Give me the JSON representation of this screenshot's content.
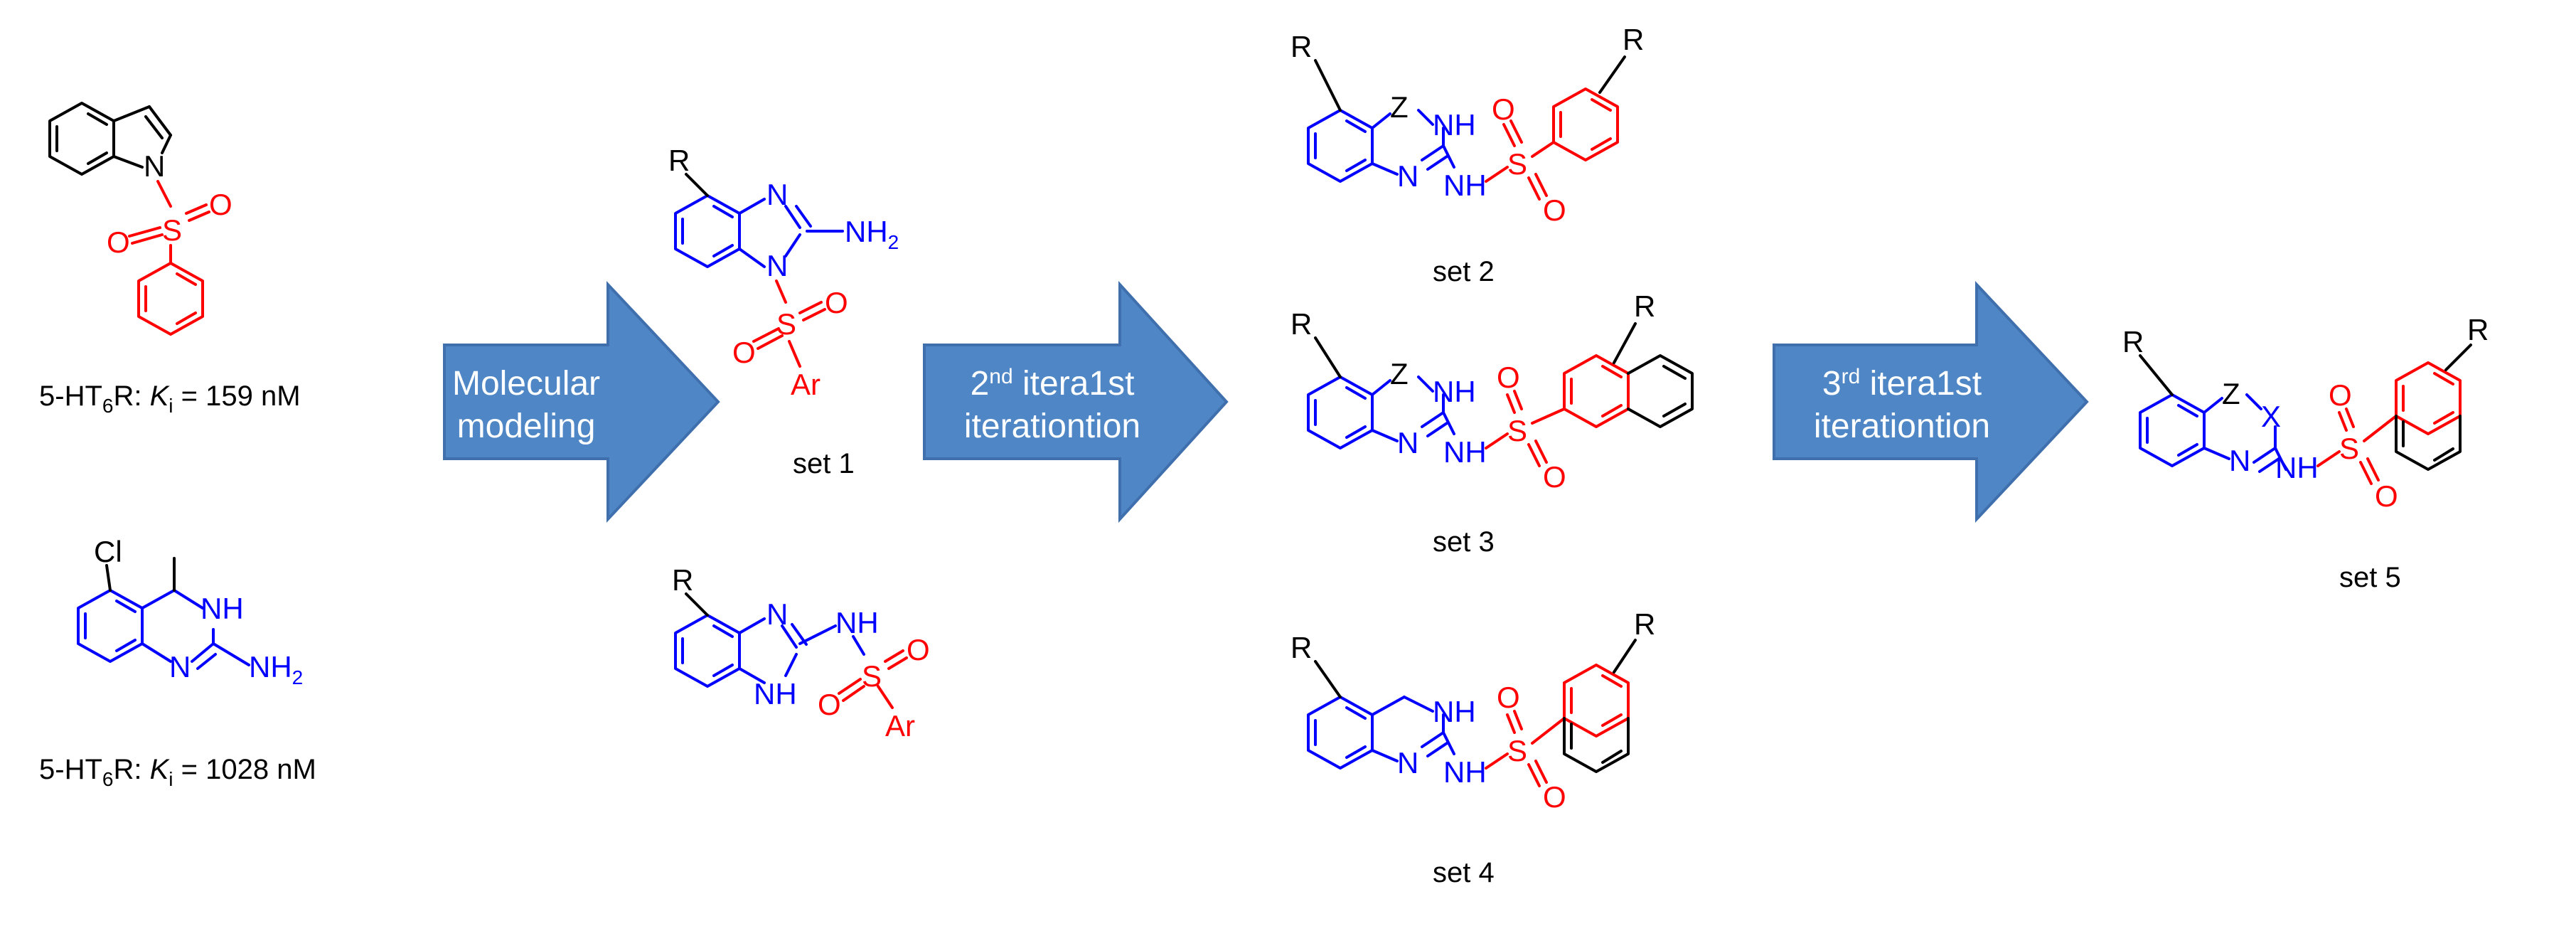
{
  "colors": {
    "scaffold": "#0000ff",
    "sulfonyl": "#ff0000",
    "arrow_fill": "#4f86c6",
    "arrow_edge": "#3f70ad",
    "text": "#000000"
  },
  "leads": {
    "indole": {
      "N": "N",
      "S": "S",
      "O1": "O",
      "O2": "O",
      "caption": {
        "prefix": "5-HT",
        "sub": "6",
        "mid": "R: ",
        "k": "K",
        "ksub": "i",
        "value": " = 159 nM"
      }
    },
    "quinazoline": {
      "Cl": "Cl",
      "NH": "NH",
      "N": "N",
      "NH2": "NH",
      "NH2_sub": "2",
      "caption": {
        "prefix": "5-HT",
        "sub": "6",
        "mid": "R: ",
        "k": "K",
        "ksub": "i",
        "value": " = 1028 nM"
      }
    }
  },
  "arrows": [
    {
      "line1": "Molecular",
      "line2": "modeling"
    },
    {
      "line1_base": "2",
      "line1_sup": "nd",
      "line1_rest": " itera1st",
      "line2": "iterationtion"
    },
    {
      "line1_base": "3",
      "line1_sup": "rd",
      "line1_rest": " itera1st",
      "line2": "iterationtion"
    }
  ],
  "sets": {
    "set1": {
      "label": "set 1",
      "top": {
        "R": "R",
        "N": "N",
        "N1": "N",
        "NH2": "NH",
        "NH2_sub": "2",
        "S": "S",
        "O1": "O",
        "O2": "O",
        "Ar": "Ar"
      },
      "bottom": {
        "R": "R",
        "N": "N",
        "NH": "NH",
        "NHs": "NH",
        "S": "S",
        "O1": "O",
        "O2": "O",
        "Ar": "Ar"
      }
    },
    "set2": {
      "label": "set 2",
      "R1": "R",
      "R2": "R",
      "Z": "Z",
      "NH": "NH",
      "N": "N",
      "NHs": "NH",
      "S": "S",
      "O1": "O",
      "O2": "O"
    },
    "set3": {
      "label": "set 3",
      "R1": "R",
      "R2": "R",
      "Z": "Z",
      "NH": "NH",
      "N": "N",
      "NHs": "NH",
      "S": "S",
      "O1": "O",
      "O2": "O"
    },
    "set4": {
      "label": "set 4",
      "R1": "R",
      "R2": "R",
      "NH": "NH",
      "N": "N",
      "NHs": "NH",
      "S": "S",
      "O1": "O",
      "O2": "O"
    },
    "set5": {
      "label": "set 5",
      "R1": "R",
      "R2": "R",
      "Z": "Z",
      "X": "X",
      "N": "N",
      "NHs": "NH",
      "S": "S",
      "O1": "O",
      "O2": "O"
    }
  }
}
